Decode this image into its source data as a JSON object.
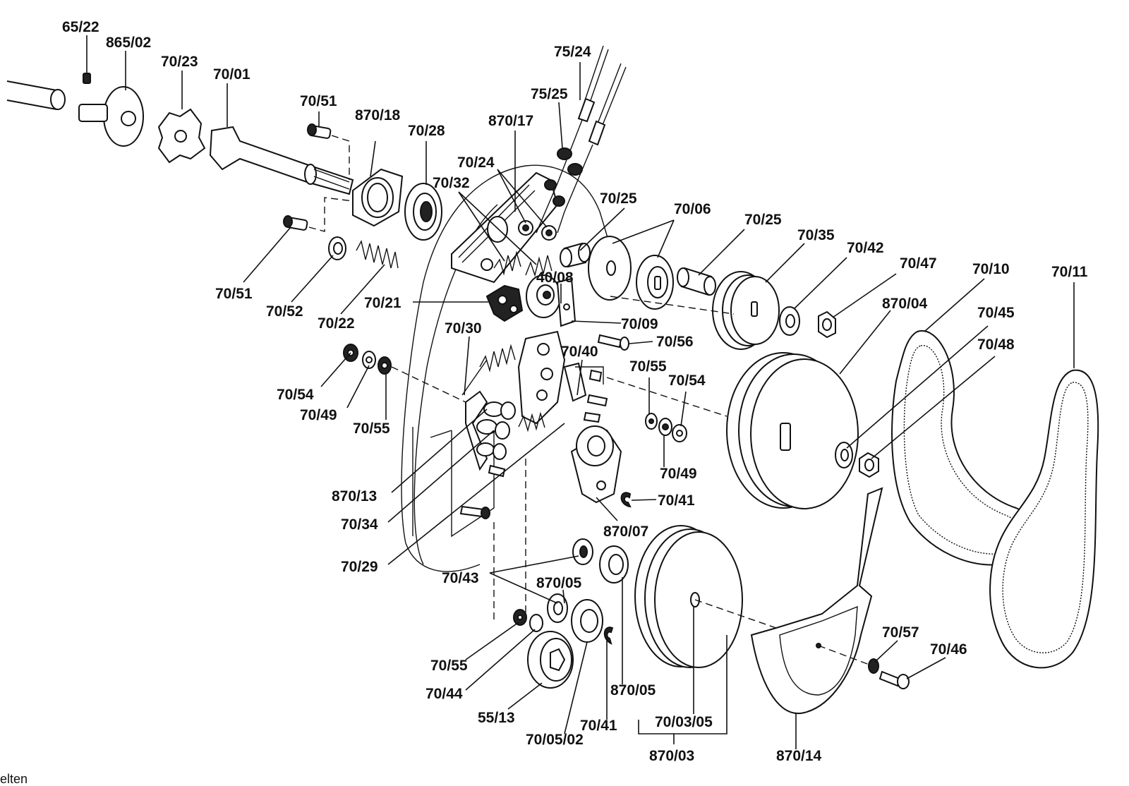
{
  "diagram": {
    "labels": {
      "l_65_22": "65/22",
      "l_865_02": "865/02",
      "l_70_23": "70/23",
      "l_70_01": "70/01",
      "l_70_51_top": "70/51",
      "l_870_18": "870/18",
      "l_70_28": "70/28",
      "l_870_17": "870/17",
      "l_75_24": "75/24",
      "l_75_25": "75/25",
      "l_70_24": "70/24",
      "l_70_32": "70/32",
      "l_70_25_a": "70/25",
      "l_70_06": "70/06",
      "l_70_25_b": "70/25",
      "l_70_35": "70/35",
      "l_70_42": "70/42",
      "l_70_47": "70/47",
      "l_70_10": "70/10",
      "l_70_11": "70/11",
      "l_70_51_bot": "70/51",
      "l_70_52": "70/52",
      "l_70_22": "70/22",
      "l_70_21": "70/21",
      "l_40_08": "40/08",
      "l_70_09": "70/09",
      "l_70_56": "70/56",
      "l_70_30": "70/30",
      "l_70_40": "70/40",
      "l_870_04": "870/04",
      "l_70_45": "70/45",
      "l_70_48": "70/48",
      "l_70_55_a": "70/55",
      "l_70_54_a": "70/54",
      "l_70_54_b": "70/54",
      "l_70_49_a": "70/49",
      "l_70_55_b": "70/55",
      "l_70_49_b": "70/49",
      "l_870_13": "870/13",
      "l_70_34": "70/34",
      "l_70_41_a": "70/41",
      "l_870_07": "870/07",
      "l_70_29": "70/29",
      "l_70_43": "70/43",
      "l_870_05_a": "870/05",
      "l_70_55_c": "70/55",
      "l_70_44": "70/44",
      "l_55_13": "55/13",
      "l_70_05_02": "70/05/02",
      "l_70_41_b": "70/41",
      "l_870_05_b": "870/05",
      "l_70_03_05": "70/03/05",
      "l_870_03": "870/03",
      "l_870_14": "870/14",
      "l_70_57": "70/57",
      "l_70_46": "70/46"
    },
    "footer_fragment": "elten"
  }
}
